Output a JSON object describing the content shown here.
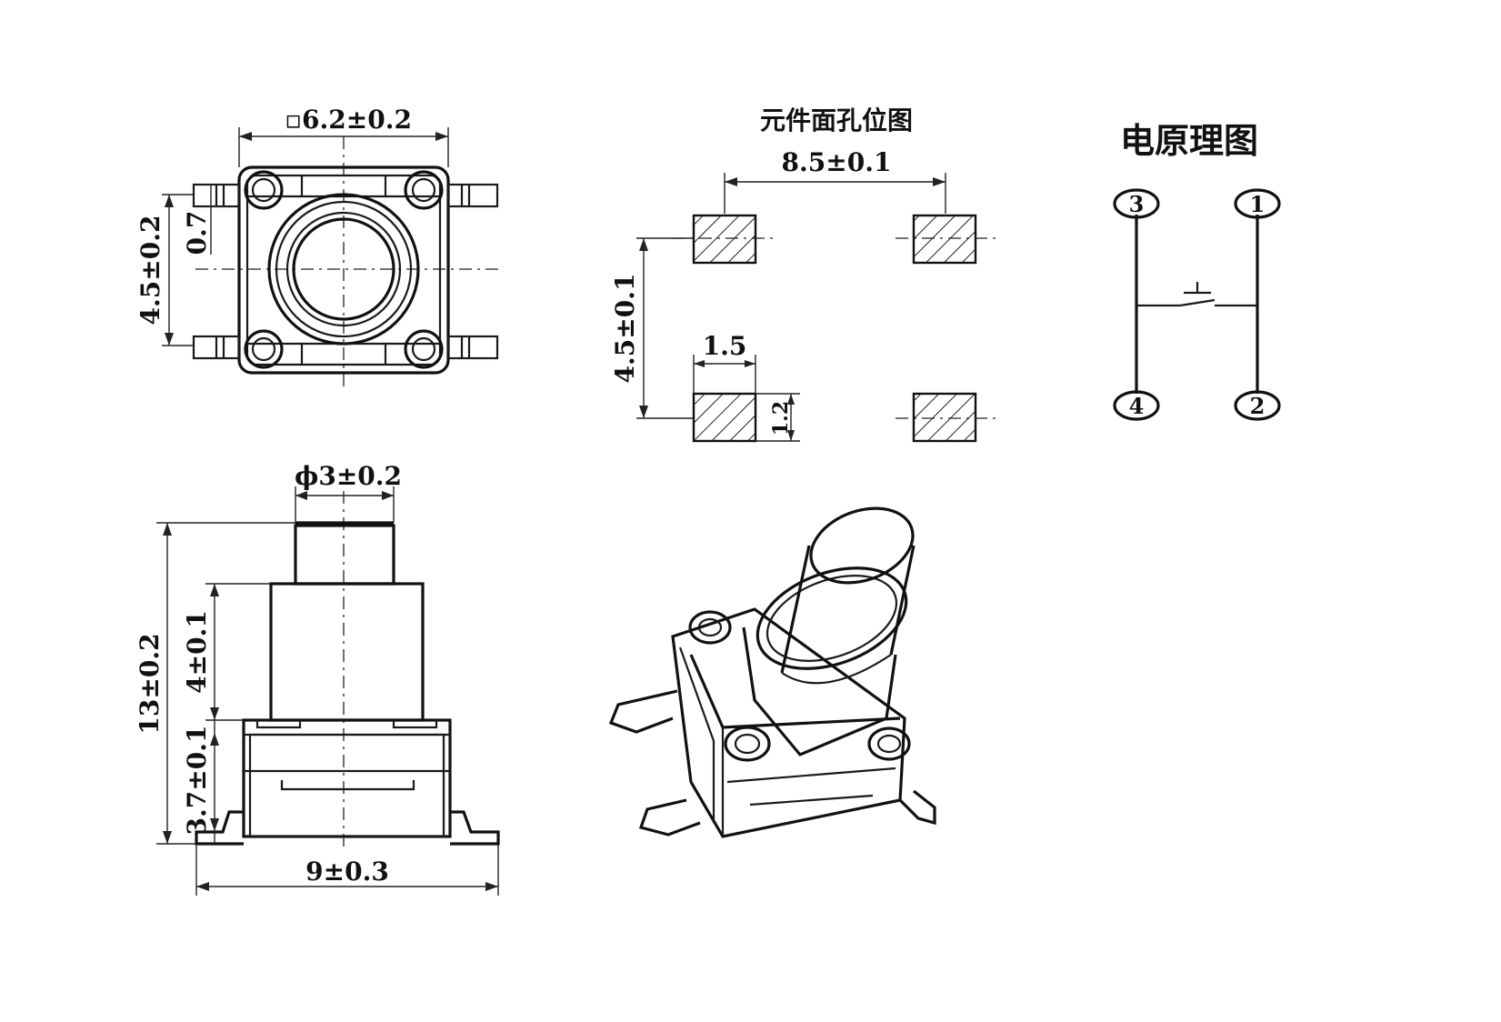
{
  "labels": {
    "pcb_title": "元件面孔位图",
    "schematic_title": "电原理图"
  },
  "dimensions": {
    "top_width": "▫6.2±0.2",
    "top_pin_spacing": "4.5±0.2",
    "top_pin_width": "0.7",
    "pcb_pitch_x": "8.5±0.1",
    "pcb_pitch_y": "4.5±0.1",
    "pcb_pad_width": "1.5",
    "pcb_pad_height": "1.2",
    "stem_diameter": "ϕ3±0.2",
    "total_height": "13±0.2",
    "stem_height": "4±0.1",
    "body_height": "3.7±0.1",
    "footprint_width": "9±0.3"
  },
  "pins": {
    "p3": "3",
    "p1": "1",
    "p4": "4",
    "p2": "2"
  }
}
